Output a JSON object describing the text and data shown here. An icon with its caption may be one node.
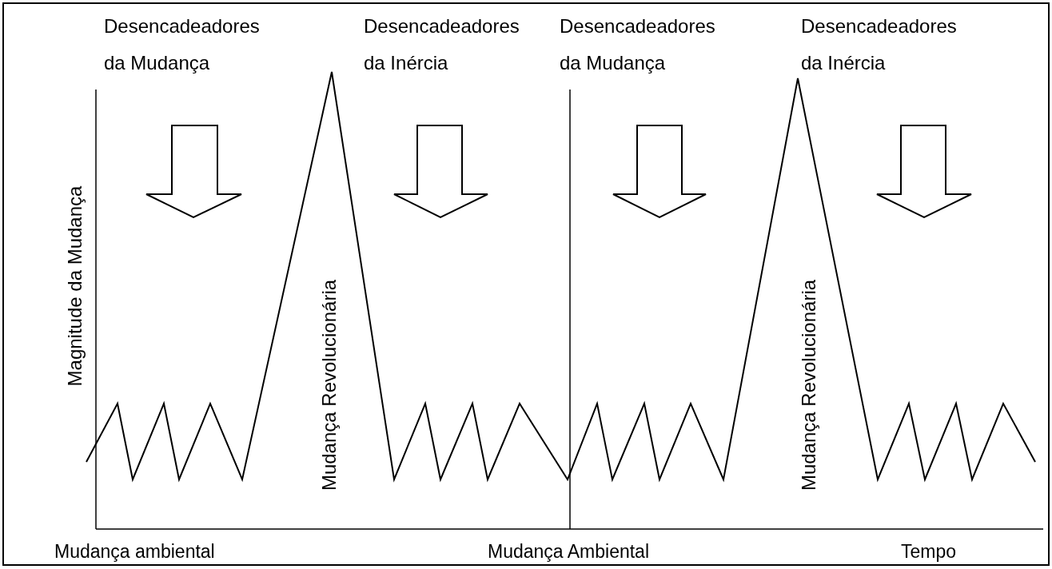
{
  "diagram": {
    "labels": [
      "Desencadeadores da Mudança",
      "Desencadeadores da Inércia",
      "Desencadeadores da Mudança",
      "Desencadeadores da Inércia",
      "Magnitude da Mudança",
      "Mudança Revolucionária",
      "Mudança Revolucionária",
      "Mudança ambiental",
      "Mudança Ambiental",
      "Tempo"
    ]
  }
}
